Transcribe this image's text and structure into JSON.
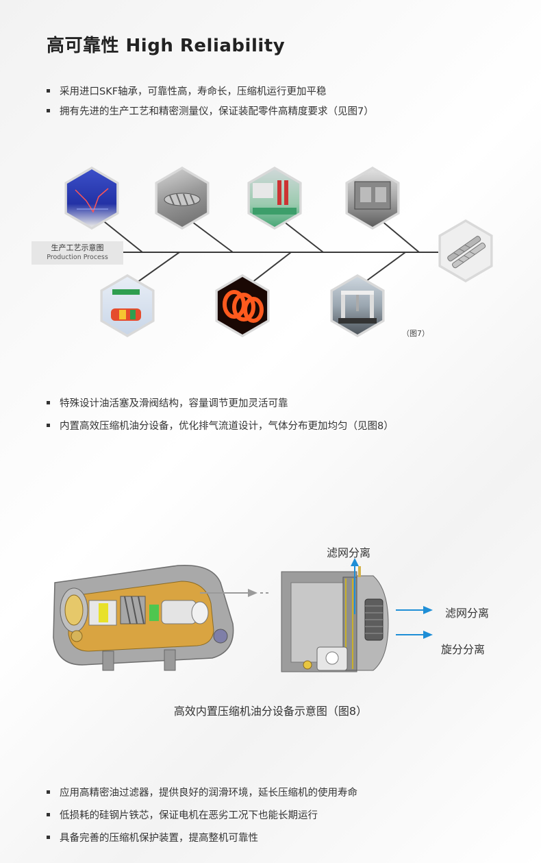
{
  "title": "高可靠性 High Reliability",
  "section1": {
    "bullets": [
      "采用进口SKF轴承，可靠性高，寿命长，压缩机运行更加平稳",
      "拥有先进的生产工艺和精密测量仪，保证装配零件高精度要求（见图7）"
    ]
  },
  "diagram7": {
    "label_cn": "生产工艺示意图",
    "label_en": "Production Process",
    "figure_tag": "（图7）"
  },
  "section2": {
    "bullets": [
      "特殊设计油活塞及滑阀结构，容量调节更加灵活可靠",
      "内置高效压缩机油分设备，优化排气流道设计，气体分布更加均匀（见图8）"
    ]
  },
  "diagram8": {
    "label_top": "滤网分离",
    "label_right1": "滤网分离",
    "label_right2": "旋分分离",
    "caption": "高效内置压缩机油分设备示意图（图8）",
    "arrow_color": "#1e8ed6"
  },
  "section3": {
    "bullets": [
      "应用高精密油过滤器，提供良好的润滑环境，延长压缩机的使用寿命",
      "低损耗的硅钢片铁芯，保证电机在恶劣工况下也能长期运行",
      "具备完善的压缩机保护装置，提高整机可靠性"
    ]
  }
}
